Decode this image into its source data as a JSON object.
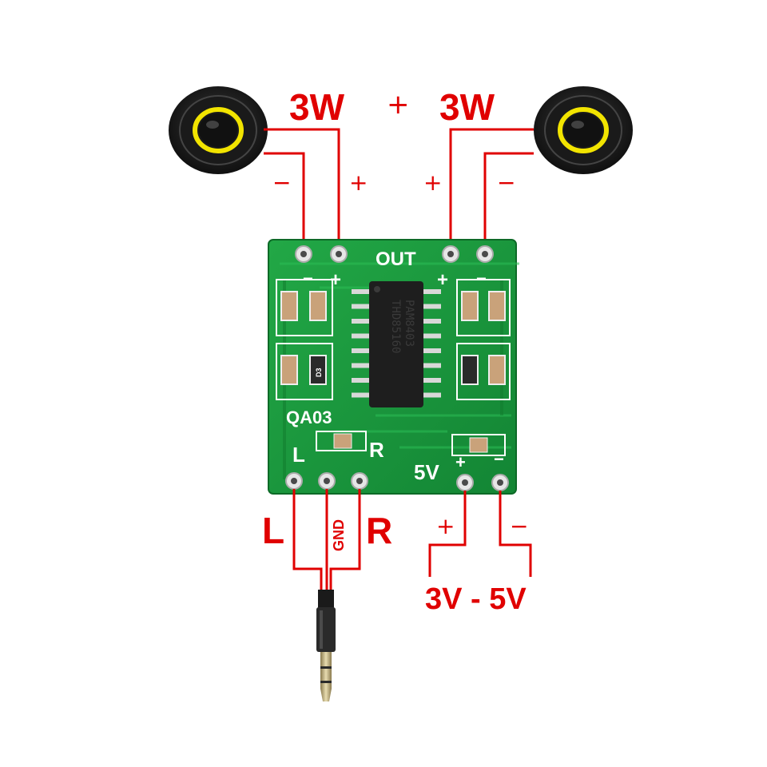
{
  "labels": {
    "left_power": "3W",
    "plus_between": "+",
    "right_power": "3W",
    "left_speaker_minus": "−",
    "left_speaker_plus": "+",
    "right_speaker_plus": "+",
    "right_speaker_minus": "−",
    "input_left": "L",
    "input_gnd": "GND",
    "input_right": "R",
    "power_plus": "+",
    "power_minus": "−",
    "voltage_range": "3V - 5V"
  },
  "board": {
    "out_label": "OUT",
    "out_pin_minus_left": "−",
    "out_pin_plus_left": "+",
    "out_pin_plus_right": "+",
    "out_pin_minus_right": "−",
    "model_label": "QA03",
    "input_l": "L",
    "input_r": "R",
    "supply_label": "5V",
    "supply_plus": "+",
    "supply_minus": "−",
    "chip_line1": "PAM8403",
    "chip_line2": "THD85160",
    "d3_mark": "D3"
  },
  "colors": {
    "wire": "#e00000",
    "pcb": "#1a9a3a",
    "pcb_dark": "#0f7a2c",
    "chip": "#1e1e1e",
    "speaker_ring": "#f2e400"
  },
  "icons": [
    "speaker-icon",
    "audio-jack-icon"
  ]
}
